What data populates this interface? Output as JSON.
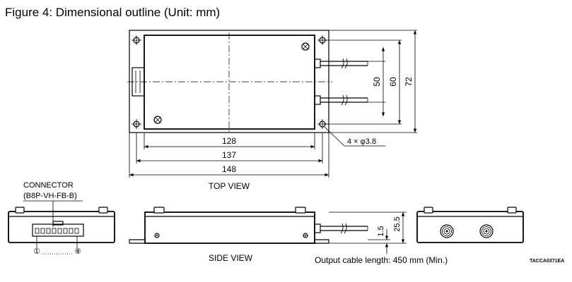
{
  "figure": {
    "title": "Figure 4: Dimensional outline (Unit: mm)",
    "code": "TACCA0371EA"
  },
  "top_view": {
    "label": "TOP VIEW",
    "dim_128": "128",
    "dim_137": "137",
    "dim_148": "148",
    "dim_50": "50",
    "dim_60": "60",
    "dim_72": "72",
    "hole_note": "4 × φ3.8"
  },
  "connector": {
    "label": "CONNECTOR",
    "part": "(B8P-VH-FB-B)",
    "pin_first": "①",
    "pin_last": "⑧"
  },
  "side_view": {
    "label": "SIDE VIEW",
    "dim_1_5": "1.5",
    "dim_25_5": "25.5",
    "cable_note": "Output cable length: 450 mm (Min.)"
  }
}
